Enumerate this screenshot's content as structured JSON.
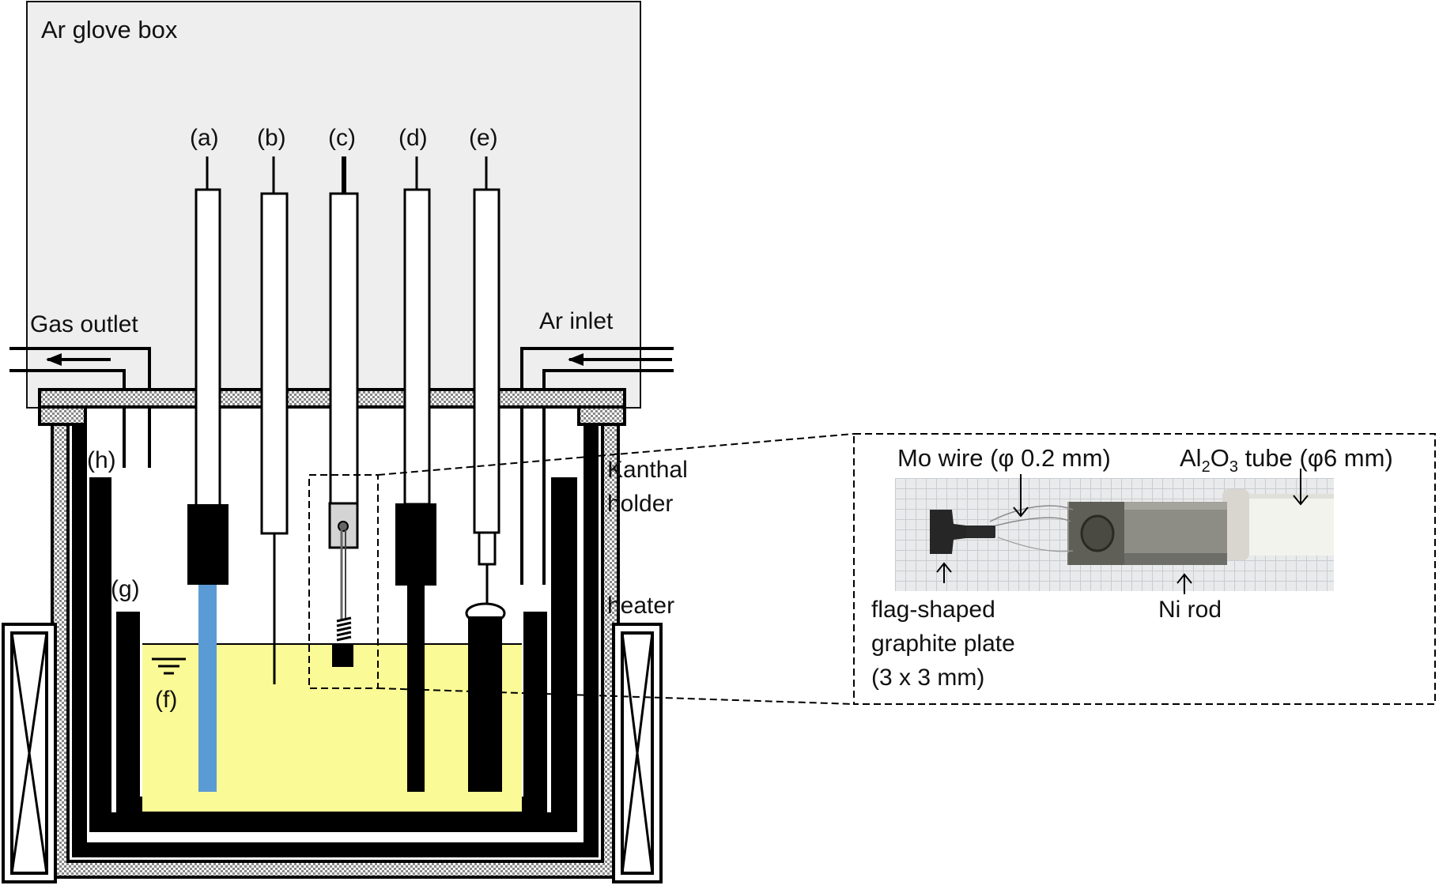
{
  "labels": {
    "glovebox": "Ar glove box",
    "gas_outlet": "Gas outlet",
    "ar_inlet": "Ar inlet",
    "a": "(a)",
    "b": "(b)",
    "c": "(c)",
    "d": "(d)",
    "e": "(e)",
    "f": "(f)",
    "g": "(g)",
    "h": "(h)",
    "kanthal_line1": "Kanthal",
    "kanthal_line2": "holder",
    "heater": "heater"
  },
  "inset": {
    "mo_wire": "Mo wire (φ 0.2 mm)",
    "tube_pre": "Al",
    "tube_sub1": "2",
    "tube_mid": "O",
    "tube_sub2": "3",
    "tube_post": " tube (φ6 mm)",
    "flag_line1": "flag-shaped",
    "flag_line2": "graphite plate",
    "flag_line3": "(3 x 3 mm)",
    "ni_rod": "Ni rod"
  },
  "colors": {
    "glovebox_fill": "#eeeeee",
    "melt": "#fafa96",
    "electrode_a": "#5b9bd5",
    "lid_hatch": "#999999"
  }
}
